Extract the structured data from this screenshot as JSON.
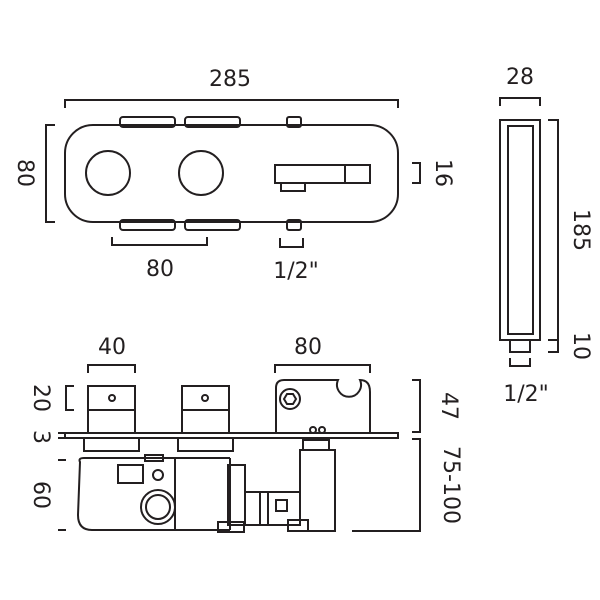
{
  "top_view": {
    "width": "285",
    "height": "80",
    "outlet_offset": "16",
    "knob_spacing": "80",
    "outlet_thread": "1/2\""
  },
  "handset": {
    "width": "28",
    "length": "185",
    "connector": "10",
    "thread": "1/2\""
  },
  "side_view": {
    "knob_width": "40",
    "bracket_width": "80",
    "knob_height": "20",
    "plate_thickness": "3",
    "body_depth": "60",
    "front_projection": "47",
    "wall_depth": "75-100"
  },
  "colors": {
    "line": "#231f20",
    "background": "#ffffff"
  }
}
